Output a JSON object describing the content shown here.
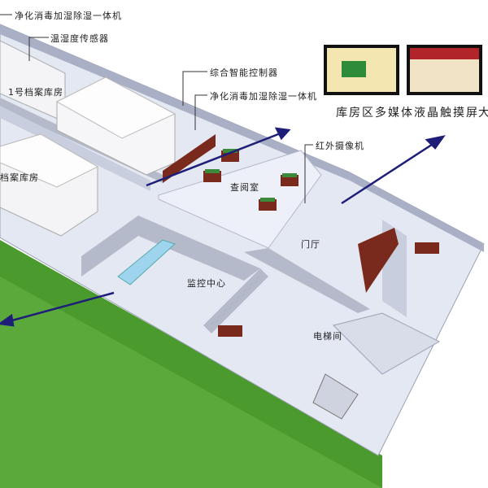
{
  "labels": {
    "purifier_top": "净化消毒加湿除湿一体机",
    "sensor": "温湿度传感器",
    "archive_1": "1号档案库房",
    "archive_2": "档案库房",
    "controller": "综合智能控制器",
    "purifier_mid": "净化消毒加湿除湿一体机",
    "touchscreen": "库房区多媒体液晶触摸屏",
    "big_cut": "大",
    "ir_camera": "红外摄像机"
  },
  "rooms": {
    "reading": "查阅室",
    "lobby": "门厅",
    "monitor": "监控中心",
    "elevator": "电梯间"
  },
  "colors": {
    "floor": "#e4e8f2",
    "wall": "#b5bacb",
    "grass": "#4a9a2e",
    "arrow": "#1e1e78",
    "desk": "#7a2a1c"
  }
}
